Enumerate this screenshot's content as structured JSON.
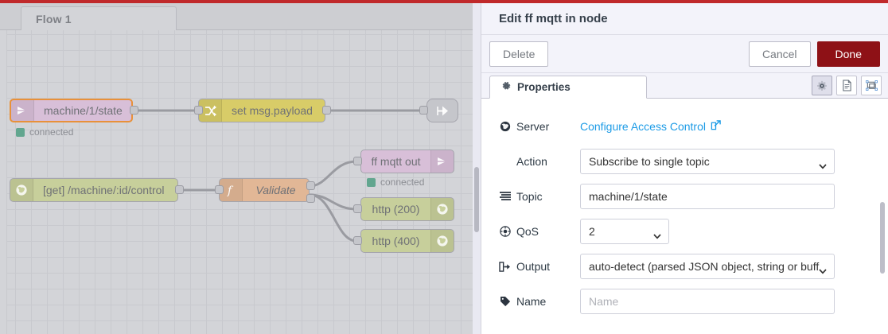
{
  "workspace": {
    "tab_label": "Flow 1",
    "nodes": [
      {
        "id": "mqtt-in",
        "label": "machine/1/state",
        "icon": "mqtt-icon",
        "status": "connected"
      },
      {
        "id": "change",
        "label": "set msg.payload",
        "icon": "change-icon",
        "status": ""
      },
      {
        "id": "link-out",
        "label": "",
        "icon": "link-out-icon",
        "status": ""
      },
      {
        "id": "http-in",
        "label": "[get] /machine/:id/control",
        "icon": "globe-icon",
        "status": ""
      },
      {
        "id": "function",
        "label": "Validate",
        "icon": "function-icon",
        "status": ""
      },
      {
        "id": "mqtt-out",
        "label": "ff mqtt out",
        "icon": "mqtt-icon",
        "status": "connected"
      },
      {
        "id": "http-200",
        "label": "http (200)",
        "icon": "globe-icon",
        "status": ""
      },
      {
        "id": "http-400",
        "label": "http (400)",
        "icon": "globe-icon",
        "status": ""
      }
    ]
  },
  "panel": {
    "title": "Edit ff mqtt in node",
    "delete_label": "Delete",
    "cancel_label": "Cancel",
    "done_label": "Done",
    "tab_label": "Properties",
    "tab_icons": [
      "gear-icon",
      "description-icon",
      "appearance-icon"
    ],
    "fields": {
      "server": {
        "label": "Server",
        "icon": "globe-icon",
        "link_text": "Configure Access Control",
        "link_icon": "external-link-icon"
      },
      "action": {
        "label": "Action",
        "icon": "",
        "value": "Subscribe to single topic"
      },
      "topic": {
        "label": "Topic",
        "icon": "list-icon",
        "value": "machine/1/state"
      },
      "qos": {
        "label": "QoS",
        "icon": "target-icon",
        "value": "2"
      },
      "output": {
        "label": "Output",
        "icon": "sign-out-icon",
        "value": "auto-detect (parsed JSON object, string or buff"
      },
      "name": {
        "label": "Name",
        "icon": "tag-icon",
        "value": "",
        "placeholder": "Name"
      }
    }
  },
  "colors": {
    "accent_red": "#c0292b",
    "done_button": "#8e1116",
    "link_blue": "#1c9be6",
    "status_green": "#62a68f",
    "selection_orange": "#e8913a"
  }
}
